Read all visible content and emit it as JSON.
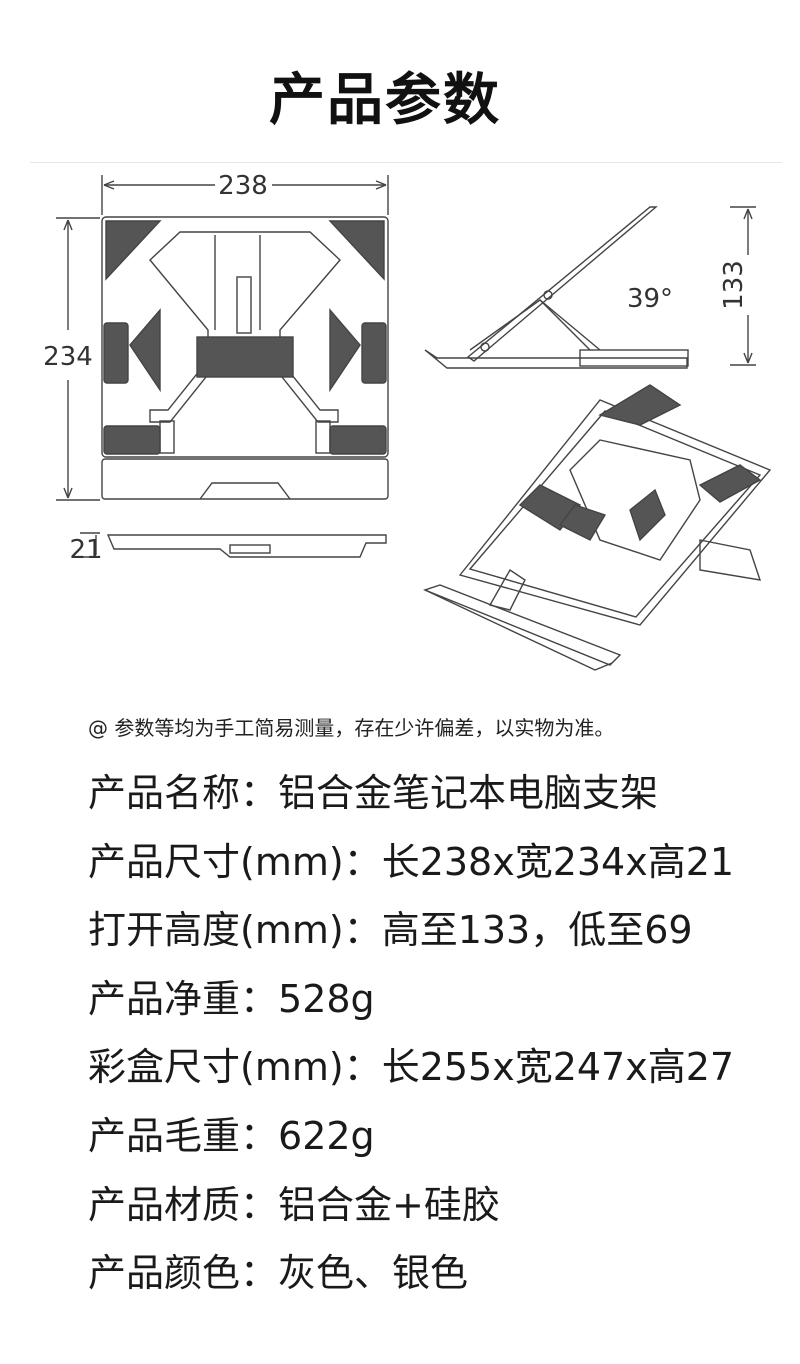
{
  "header": {
    "title": "产品参数"
  },
  "drawing": {
    "width_dim": "238",
    "height_dim": "234",
    "thickness_dim": "21",
    "angle_dim": "39°",
    "lift_dim": "133"
  },
  "note": "@ 参数等均为手工简易测量，存在少许偏差，以实物为准。",
  "specs": [
    {
      "label": "产品名称：",
      "value": "铝合金笔记本电脑支架"
    },
    {
      "label": "产品尺寸(mm)：",
      "value": "长238x宽234x高21"
    },
    {
      "label": "打开高度(mm)：",
      "value": "高至133，低至69"
    },
    {
      "label": "产品净重：",
      "value": "528g"
    },
    {
      "label": "彩盒尺寸(mm)：",
      "value": "长255x宽247x高27"
    },
    {
      "label": "产品毛重：",
      "value": "622g"
    },
    {
      "label": "产品材质：",
      "value": "铝合金+硅胶"
    },
    {
      "label": "产品颜色：",
      "value": "灰色、银色"
    }
  ]
}
